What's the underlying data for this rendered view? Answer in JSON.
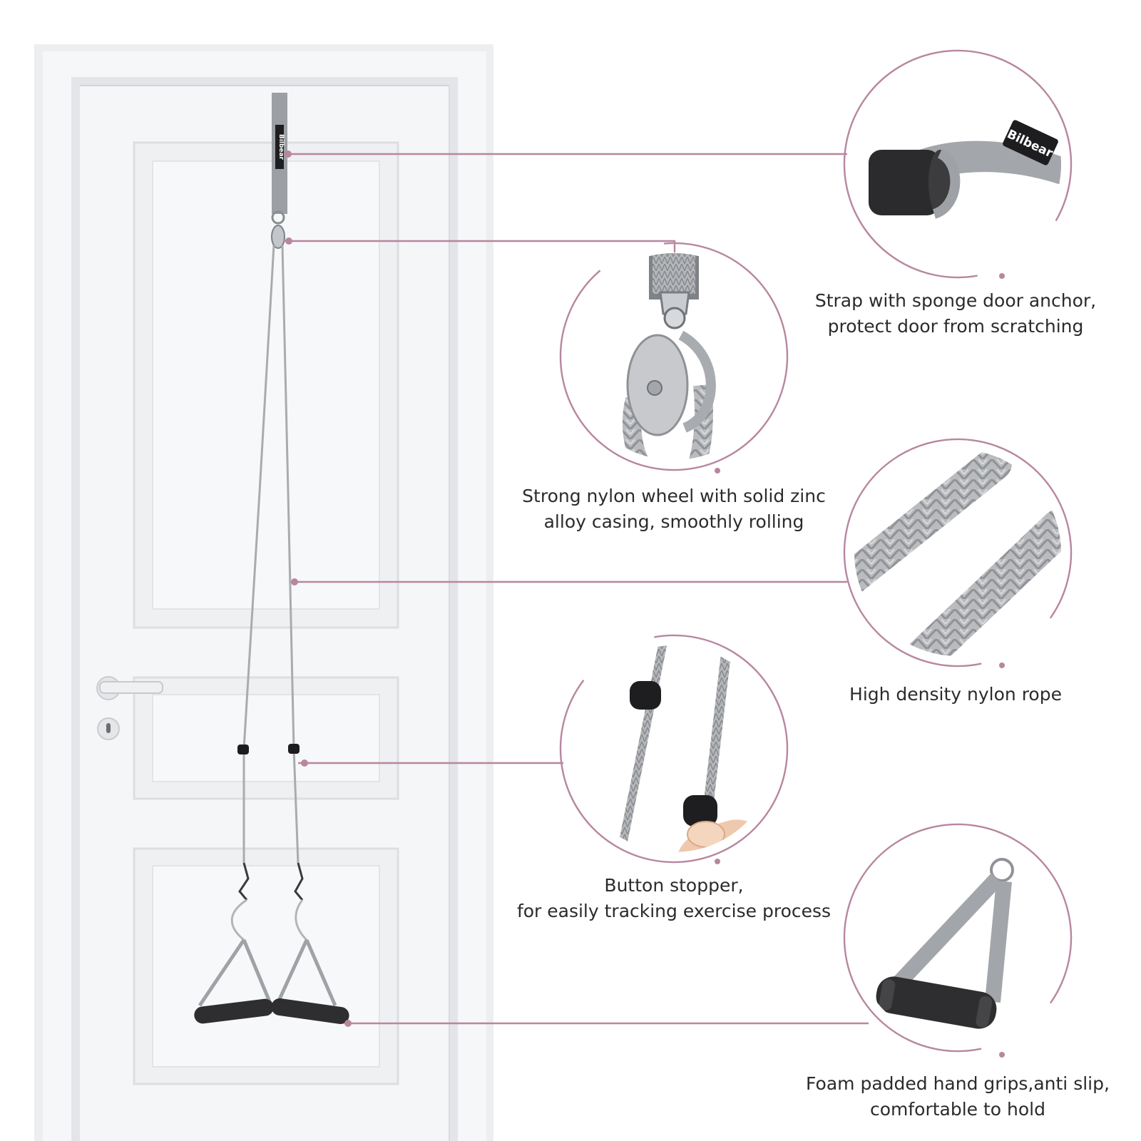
{
  "brand": "Bilbear",
  "colors": {
    "accent_line": "#b8869f",
    "door": "#f4f5f6",
    "door_shadow": "#dcdee1",
    "rope": "#a9abae",
    "grip": "#2e2e30"
  },
  "features": [
    {
      "id": "strap",
      "line1": "Strap with sponge door anchor,",
      "line2": "protect door from scratching"
    },
    {
      "id": "pulley",
      "line1": "Strong nylon wheel with solid zinc",
      "line2": "alloy casing, smoothly rolling"
    },
    {
      "id": "rope",
      "line1": "High density nylon rope",
      "line2": ""
    },
    {
      "id": "stopper",
      "line1": "Button stopper,",
      "line2": "for easily tracking exercise process"
    },
    {
      "id": "grips",
      "line1": "Foam padded hand grips,anti slip,",
      "line2": "comfortable to hold"
    }
  ]
}
